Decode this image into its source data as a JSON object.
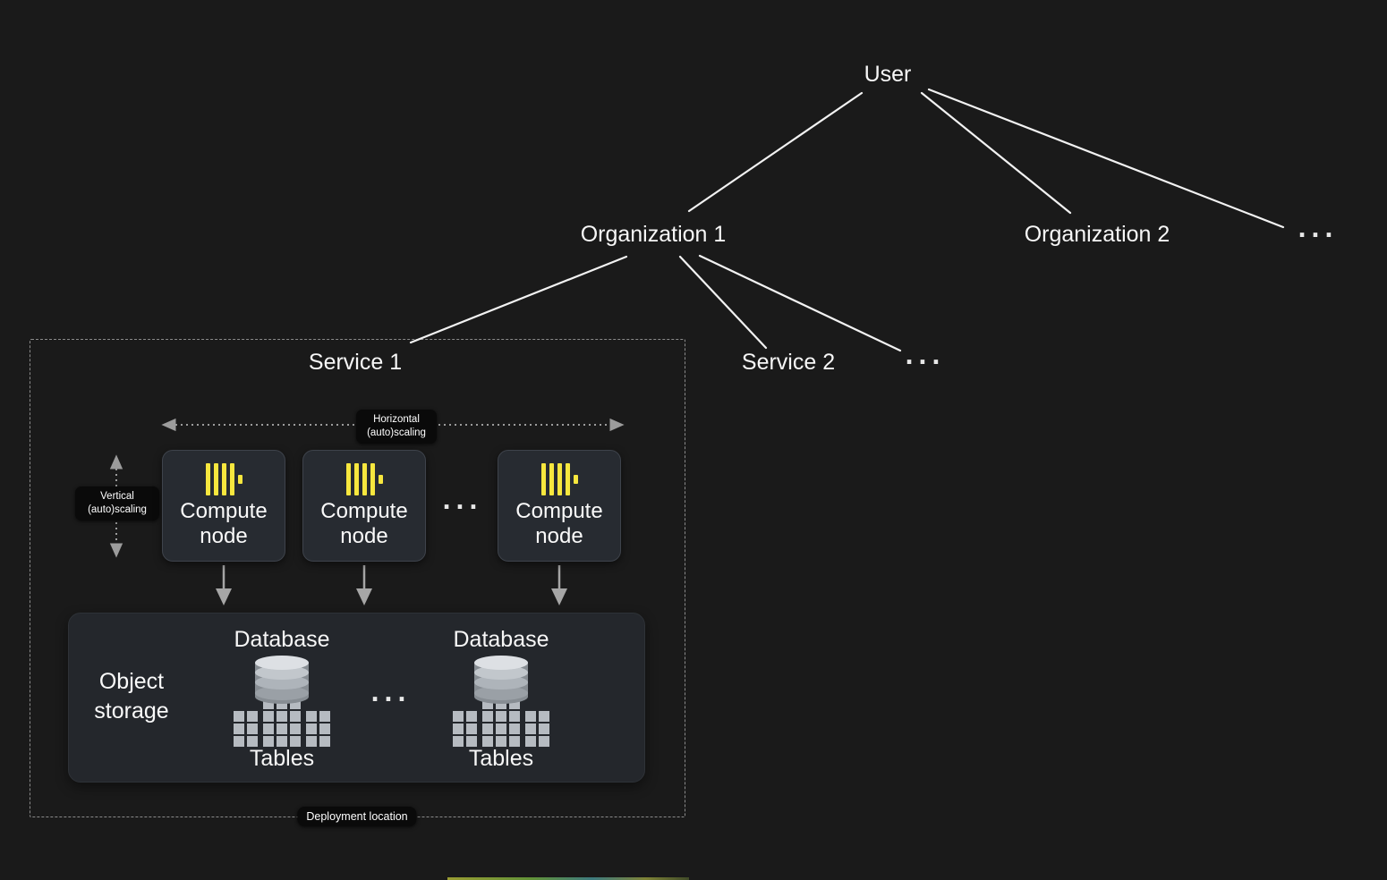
{
  "hierarchy": {
    "user": "User",
    "organization1": "Organization 1",
    "organization2": "Organization 2",
    "more_organizations": "...",
    "service1": "Service 1",
    "service2": "Service 2",
    "more_services": "..."
  },
  "deployment": {
    "region_label": "Deployment location",
    "horizontal_scaling": "Horizontal (auto)scaling",
    "vertical_scaling": "Vertical (auto)scaling"
  },
  "compute": {
    "node_label": "Compute node",
    "more_nodes": "..."
  },
  "storage": {
    "title": "Object storage",
    "database_label": "Database",
    "tables_label": "Tables",
    "more_databases": "..."
  },
  "colors": {
    "background": "#1a1a1a",
    "text": "#f7f7f7",
    "clickhouse_yellow": "#f7e73e",
    "card_background": "#272b31",
    "storage_background": "#24272c",
    "connector_white": "#f2f2f2",
    "arrow_gray": "#a0a0a0"
  }
}
